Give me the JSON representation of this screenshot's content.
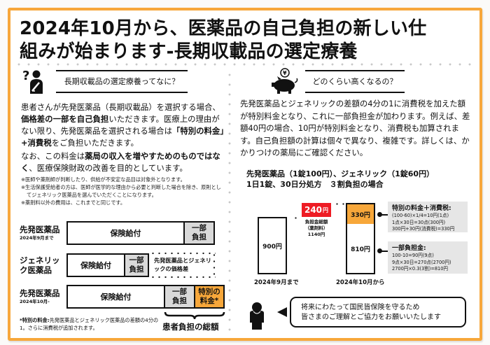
{
  "page": {
    "title_line1": "2024年10月から、医薬品の自己負担の新しい仕",
    "title_line2": "組みが始まります-長期収載品の選定療養",
    "colors": {
      "frame": "#f7a73a",
      "special_fee": "#f7a73a",
      "partial": "#d9d9d9",
      "badge_red": "#ee1c24",
      "calc_bg": "#e6e6e6"
    }
  },
  "left": {
    "heading": {
      "icon": "question-person-icon",
      "label": "長期収載品の選定療養ってなに？"
    },
    "paragraph1": {
      "t1": "患者さんが先発医薬品（長期収載品）を選択する場合、",
      "b1": "価格差の一部を自己負担",
      "t2": "いただきます。医療上の理由がない限り、先発医薬品を選択される場合は",
      "b2": "「特別の料金」+消費税",
      "t3": "をご負担いただきます。"
    },
    "paragraph2": {
      "t1": "なお、この料金は",
      "b1": "薬局の収入を増やすためのものではなく",
      "t2": "、医療保険財政の改善を目的としています。"
    },
    "notes": [
      "※医師や薬剤師が判断したり、供給が不安定な品目は対象外となります。",
      "※生活保護受給者の方は、医師が医学的な理由から必要と判断した場合を除き、原則としてジェネリック医薬品を選んでいただくことになります。",
      "※薬剤料以外の費用は、これまでと同じです。"
    ],
    "diagram": {
      "rows": [
        {
          "label": "先発医薬品",
          "sub": "2024年9月まで",
          "insurance": "保険給付",
          "partial": "一部負担"
        },
        {
          "label": "ジェネリック医薬品",
          "label_l1": "ジェネリッ",
          "label_l2": "ク医薬品",
          "insurance": "保険給付",
          "partial": "一部負担",
          "difference": "先発医薬品とジェネリックの価格差"
        },
        {
          "label": "先発医薬品",
          "sub": "2024年10月-",
          "insurance": "保険給付",
          "partial": "一部負担",
          "special": "特別の料金*"
        }
      ],
      "total_label": "患者負担の総額",
      "footnote_bold": "*特別の料金:",
      "footnote_text": "先発医薬品とジェネリック医薬品の差額の4分の1。さらに消費税が追加されます。"
    }
  },
  "right": {
    "heading": {
      "icon": "piggy-bank-yen-icon",
      "label": "どのくらい高くなるの？"
    },
    "paragraph": "先発医薬品とジェネリックの差額の4分の1に消費税を加えた額が特別料金となり、これに一部負担金が加わります。例えば、差額40円の場合、10円が特別料金となり、消費税も加算されます。自己負担額の計算は個々で異なり、複雑です。詳しくは、かかりつけの薬局にご確認ください。",
    "example": {
      "line1": "先発医薬品（1錠100円）、ジェネリック（1錠60円）",
      "line2": "1日1錠、30日分処方　３割負担の場合"
    },
    "chart": {
      "before": {
        "value": "900円",
        "label": "2024年9月まで"
      },
      "after": {
        "top": "330円",
        "bottom": "810円",
        "label": "2024年10月から"
      },
      "increase": {
        "value": "240",
        "unit": "円",
        "caption": [
          "負担金総額",
          "（薬剤料）",
          "1140円"
        ]
      }
    },
    "calc_special": {
      "title": "特別の料金＋消費税:",
      "lines": [
        "(100-60)×1/4=10円(1点)",
        "1点×30日=30点(300円)",
        "300円+30円(消費税)=330円"
      ]
    },
    "calc_partial": {
      "title": "一部負担金:",
      "lines": [
        "100-10=90円(9点)",
        "9点×30日=270点(2700円)",
        "2700円×0.3(3割)=810円"
      ]
    },
    "message": {
      "icon": "person-silhouette-icon",
      "line1": "将来にわたって国民皆保険を守るため",
      "line2": "皆さまのご理解とご協力をお願いいたします"
    }
  }
}
